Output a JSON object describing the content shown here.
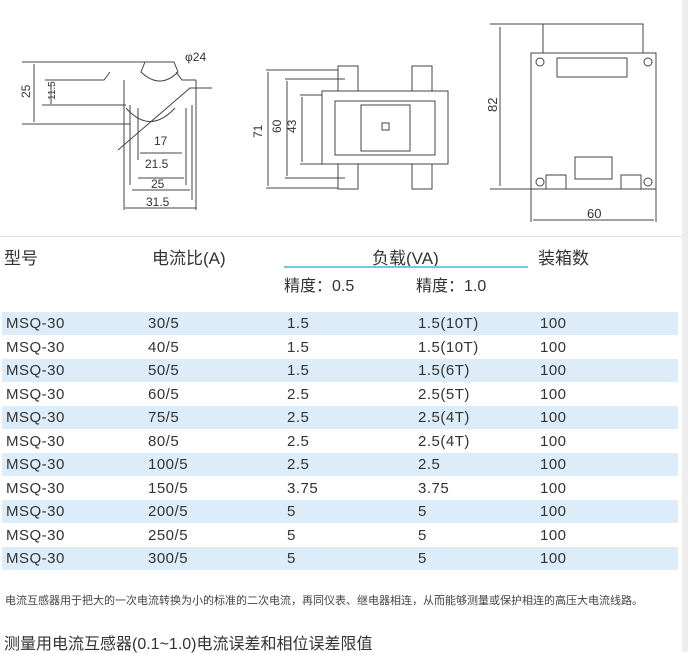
{
  "drawing": {
    "dims": [
      "φ24",
      "25",
      "11.5",
      "17",
      "21.5",
      "25",
      "31.5",
      "71",
      "60",
      "43",
      "82",
      "60"
    ]
  },
  "table": {
    "headers": {
      "model": "型号",
      "ratio": "电流比(A)",
      "load": "负载(VA)",
      "box": "装箱数",
      "acc05": "精度：0.5",
      "acc10": "精度：1.0"
    },
    "rows": [
      [
        "MSQ-30",
        "30/5",
        "1.5",
        "1.5(10T)",
        "100"
      ],
      [
        "MSQ-30",
        "40/5",
        "1.5",
        "1.5(10T)",
        "100"
      ],
      [
        "MSQ-30",
        "50/5",
        "1.5",
        "1.5(6T)",
        "100"
      ],
      [
        "MSQ-30",
        "60/5",
        "2.5",
        "2.5(5T)",
        "100"
      ],
      [
        "MSQ-30",
        "75/5",
        "2.5",
        "2.5(4T)",
        "100"
      ],
      [
        "MSQ-30",
        "80/5",
        "2.5",
        "2.5(4T)",
        "100"
      ],
      [
        "MSQ-30",
        "100/5",
        "2.5",
        "2.5",
        "100"
      ],
      [
        "MSQ-30",
        "150/5",
        "3.75",
        "3.75",
        "100"
      ],
      [
        "MSQ-30",
        "200/5",
        "5",
        "5",
        "100"
      ],
      [
        "MSQ-30",
        "250/5",
        "5",
        "5",
        "100"
      ],
      [
        "MSQ-30",
        "300/5",
        "5",
        "5",
        "100"
      ]
    ]
  },
  "description": "电流互感器用于把大的一次电流转换为小的标准的二次电流，再同仪表、继电器相连，从而能够测量或保护相连的高压大电流线路。",
  "section_title": "测量用电流互感器(0.1~1.0)电流误差和相位误差限值",
  "colors": {
    "stripe": "#dcecf8",
    "accent": "#7cc4e4"
  }
}
